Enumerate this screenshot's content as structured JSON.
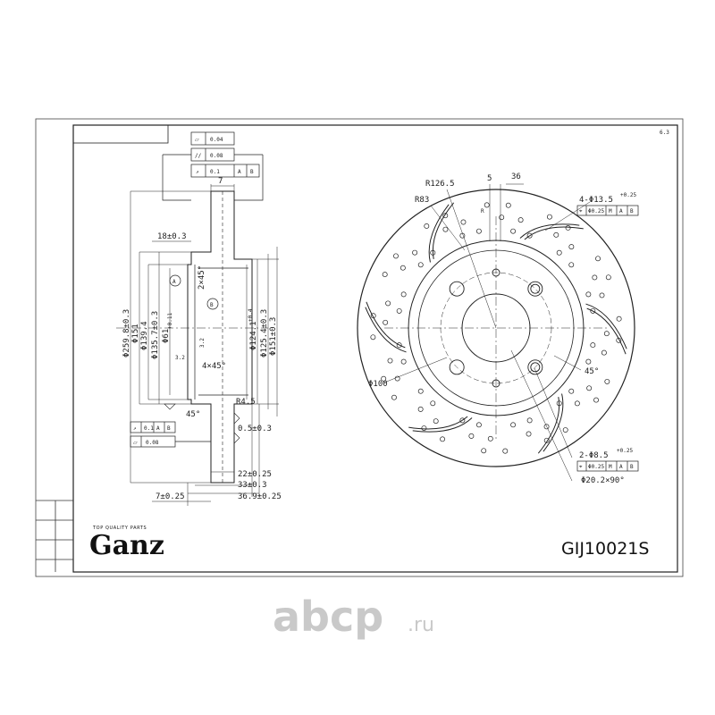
{
  "brand": {
    "name": "Ganz",
    "tagline": "TOP QUALITY PARTS",
    "part_number": "GIJ10021S"
  },
  "watermark": {
    "text": "abcp",
    "domain": ".ru"
  },
  "corner_mark": "6.3",
  "tolerance_frames": {
    "top": [
      {
        "value": "0.04"
      },
      {
        "value": "0.08"
      },
      {
        "value": "0.1",
        "refs": [
          "A",
          "B"
        ]
      }
    ],
    "bottom": [
      {
        "value": "0.1",
        "refs": [
          "A",
          "B"
        ]
      },
      {
        "value": "0.08"
      }
    ],
    "hole_large": {
      "value": "Φ0.25",
      "modifier": "M",
      "refs": [
        "A",
        "B"
      ]
    },
    "hole_small": {
      "value": "Φ0.25",
      "modifier": "M",
      "refs": [
        "A",
        "B"
      ]
    }
  },
  "datums": [
    "A",
    "B"
  ],
  "side_view_dims": {
    "top_width": "7",
    "offset": "18±0.3",
    "chamfer_top": "2×45°",
    "chamfer_bottom": "4×45°",
    "radius_small": "3.2",
    "radius_hub": "3.2",
    "angle": "45°",
    "radius_inner": "R4.5",
    "lip": "0.5±0.3",
    "thickness": "22±0.25",
    "hub_depth": "33±0.3",
    "overall_depth": "36.9±0.25",
    "bottom_width": "7±0.25",
    "vertical": [
      "Φ259.8±0.3",
      "Φ151",
      "Φ139.4",
      "Φ135.7±0.3",
      "Φ61",
      "Φ124.1",
      "Φ125.4±0.3",
      "Φ151±0.3"
    ],
    "tol_61": "+0.11",
    "tol_124": "+0.4"
  },
  "front_view_dims": {
    "r_outer": "R126.5",
    "r_inner": "R83",
    "slot_w": "5",
    "angle_36": "36",
    "r_mark": "R",
    "holes_large": "4-Φ13.5",
    "holes_large_tol": "+0.25",
    "holes_small": "2-Φ8.5",
    "holes_small_tol": "+0.25",
    "pcd": "Φ100",
    "bore_chamfer": "Φ20.2×90°",
    "angle_45": "45°"
  }
}
